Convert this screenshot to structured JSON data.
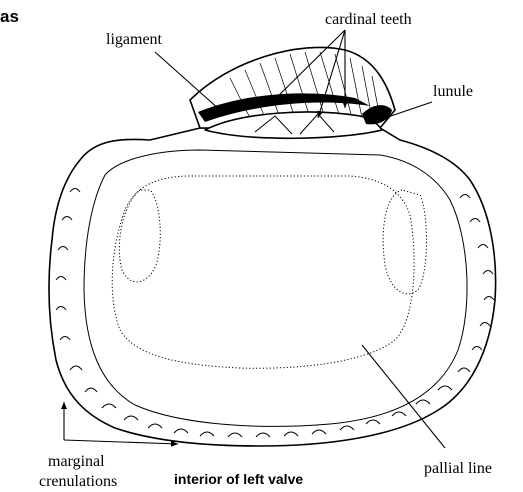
{
  "figure": {
    "corner_text": "as",
    "labels": {
      "cardinal_teeth": "cardinal teeth",
      "ligament": "ligament",
      "lunule": "lunule",
      "marginal_line1": "marginal",
      "marginal_line2": "crenulations",
      "pallial_line": "pallial line"
    },
    "caption": "interior of left valve"
  }
}
